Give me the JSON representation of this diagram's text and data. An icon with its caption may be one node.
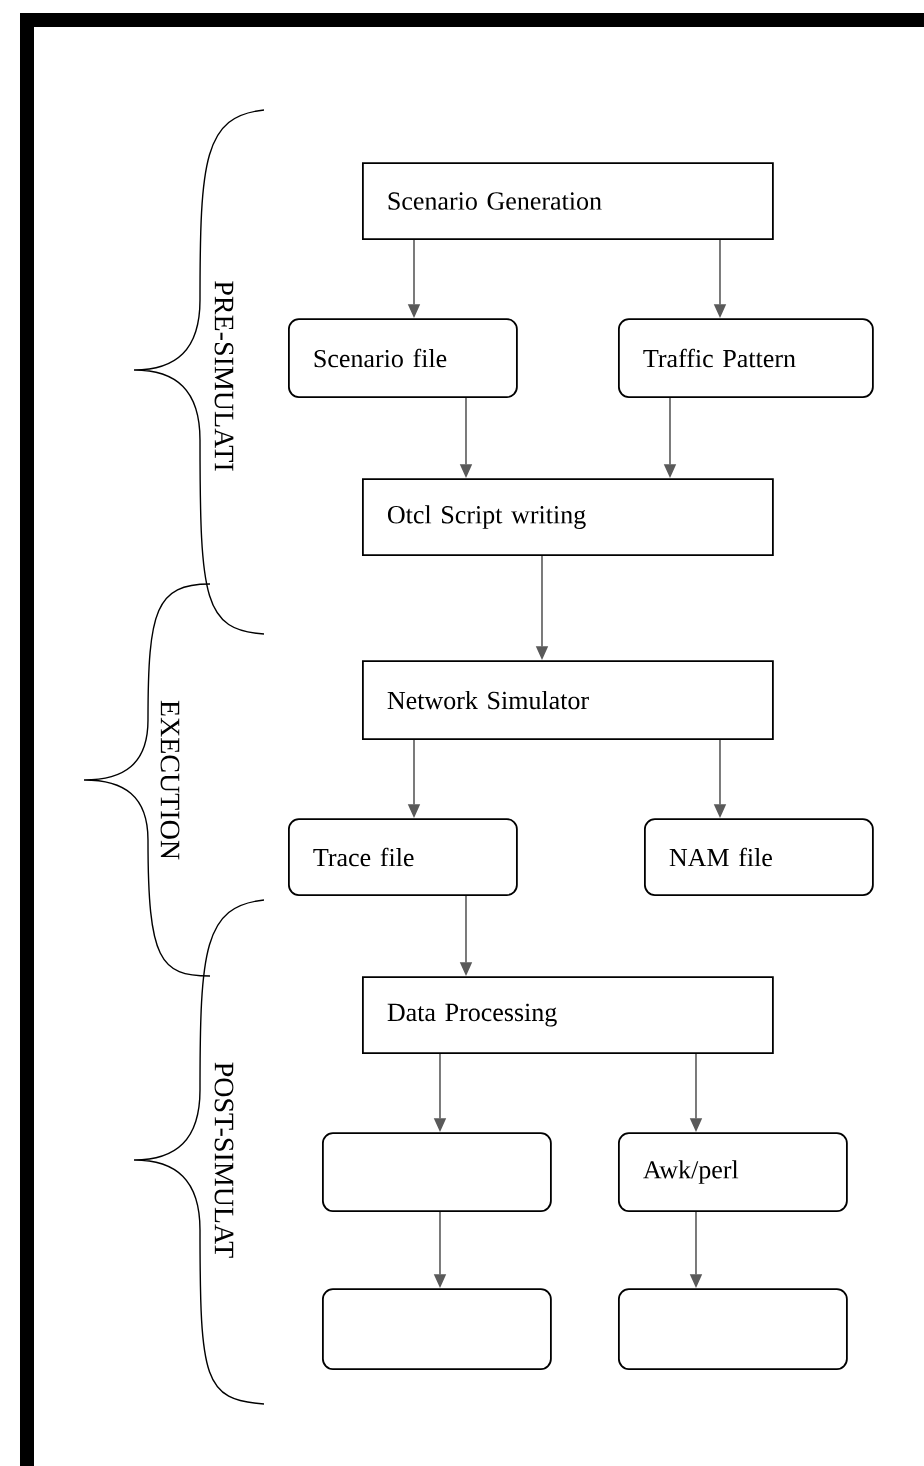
{
  "diagram": {
    "nodes": [
      {
        "text": [
          "Scenario Generation"
        ]
      },
      {
        "text": [
          "Scenario file"
        ]
      },
      {
        "text": [
          "Traffic Pattern"
        ]
      },
      {
        "text": [
          "Otcl Script writing"
        ]
      },
      {
        "text": [
          "Network Simulator"
        ]
      },
      {
        "text": [
          "Trace file"
        ]
      },
      {
        "text": [
          "NAM file"
        ]
      },
      {
        "text": [
          "Data Processing"
        ]
      },
      {
        "text": [],
        "shape": "box"
      },
      {
        "text": [
          "Awk/perl"
        ]
      },
      {
        "text": [],
        "shape": "box"
      },
      {
        "text": [],
        "shape": "box"
      }
    ],
    "edges": [
      {
        "from": 0,
        "to": 1,
        "arrow": "to"
      },
      {
        "from": 0,
        "to": 2,
        "arrow": "to"
      },
      {
        "from": 1,
        "to": 3,
        "arrow": "to"
      },
      {
        "from": 2,
        "to": 3,
        "arrow": "to"
      },
      {
        "from": 3,
        "to": 4,
        "arrow": "to"
      },
      {
        "from": 4,
        "to": 5,
        "arrow": "to"
      },
      {
        "from": 4,
        "to": 6,
        "arrow": "to"
      },
      {
        "from": 5,
        "to": 7,
        "arrow": "to"
      },
      {
        "from": 7,
        "to": 8,
        "arrow": "to"
      },
      {
        "from": 7,
        "to": 9,
        "arrow": "to"
      },
      {
        "from": 8,
        "to": 10,
        "arrow": "to"
      },
      {
        "from": 9,
        "to": 11,
        "arrow": "to"
      }
    ],
    "labels": [
      "PRE-SIMULATI",
      "EXECUTION",
      "POST-SIMULAT"
    ]
  }
}
